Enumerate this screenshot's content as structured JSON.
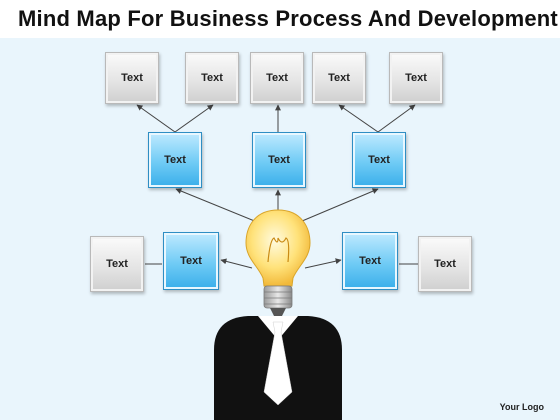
{
  "title": "Mind Map For Business Process And Development",
  "logo_text": "Your Logo",
  "nodes": {
    "top_1": "Text",
    "top_2": "Text",
    "top_3": "Text",
    "top_4": "Text",
    "top_5": "Text",
    "mid_1": "Text",
    "mid_2": "Text",
    "mid_3": "Text",
    "left_outer": "Text",
    "left_inner": "Text",
    "right_inner": "Text",
    "right_outer": "Text"
  },
  "colors": {
    "blue_box": "#6fcbf5",
    "gray_box": "#e3e3e3",
    "bulb": "#ffe27a",
    "suit": "#111111"
  },
  "icons": [
    "light-bulb-icon",
    "businessman-figure"
  ]
}
